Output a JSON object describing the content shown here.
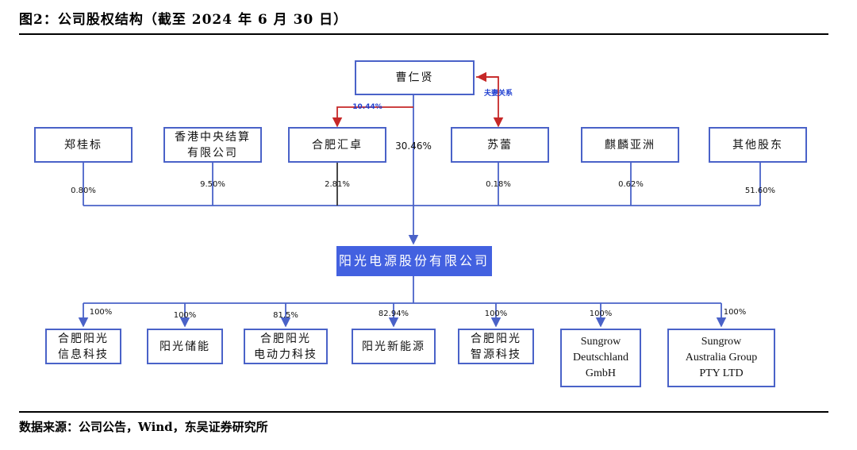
{
  "title": "图2：公司股权结构（截至 2024 年 6 月 30 日）",
  "source": "数据来源：公司公告，Wind，东吴证券研究所",
  "colors": {
    "line": "#4a62c8",
    "main": "#4361e0",
    "red": "#c62828",
    "dark": "#333333"
  },
  "top_holder": "曹仁贤",
  "spouse_label": "夫妻关系",
  "control_pct": "10.44%",
  "direct_pct": "30.46%",
  "shareholders": [
    {
      "name": "郑桂标",
      "pct": "0.80%"
    },
    {
      "name": "香港中央结算\n有限公司",
      "pct": "9.50%"
    },
    {
      "name": "合肥汇卓",
      "pct": "2.81%"
    },
    {
      "name": "苏蕾",
      "pct": "0.18%"
    },
    {
      "name": "麒麟亚洲",
      "pct": "0.62%"
    },
    {
      "name": "其他股东",
      "pct": "51.60%"
    }
  ],
  "company": "阳光电源股份有限公司",
  "subsidiaries": [
    {
      "name": "合肥阳光\n信息科技",
      "pct": "100%"
    },
    {
      "name": "阳光储能",
      "pct": "100%"
    },
    {
      "name": "合肥阳光\n电动力科技",
      "pct": "81.5%"
    },
    {
      "name": "阳光新能源",
      "pct": "82.94%"
    },
    {
      "name": "合肥阳光\n智源科技",
      "pct": "100%"
    },
    {
      "name": "Sungrow\nDeutschland\nGmbH",
      "pct": "100%"
    },
    {
      "name": "Sungrow\nAustralia Group\nPTY LTD",
      "pct": "100%"
    }
  ]
}
